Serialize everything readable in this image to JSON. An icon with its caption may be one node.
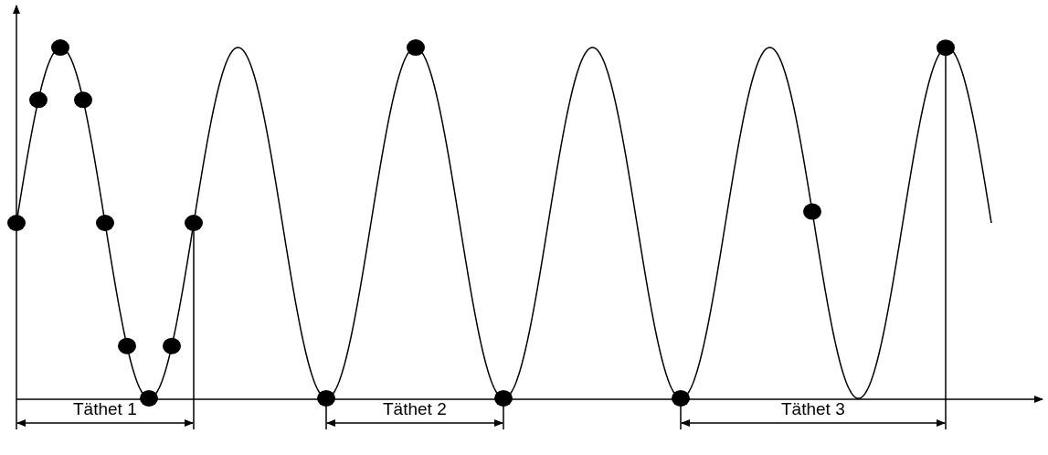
{
  "diagram": {
    "labels": [
      "Täthet 1",
      "Täthet 2",
      "Täthet 3"
    ]
  }
}
